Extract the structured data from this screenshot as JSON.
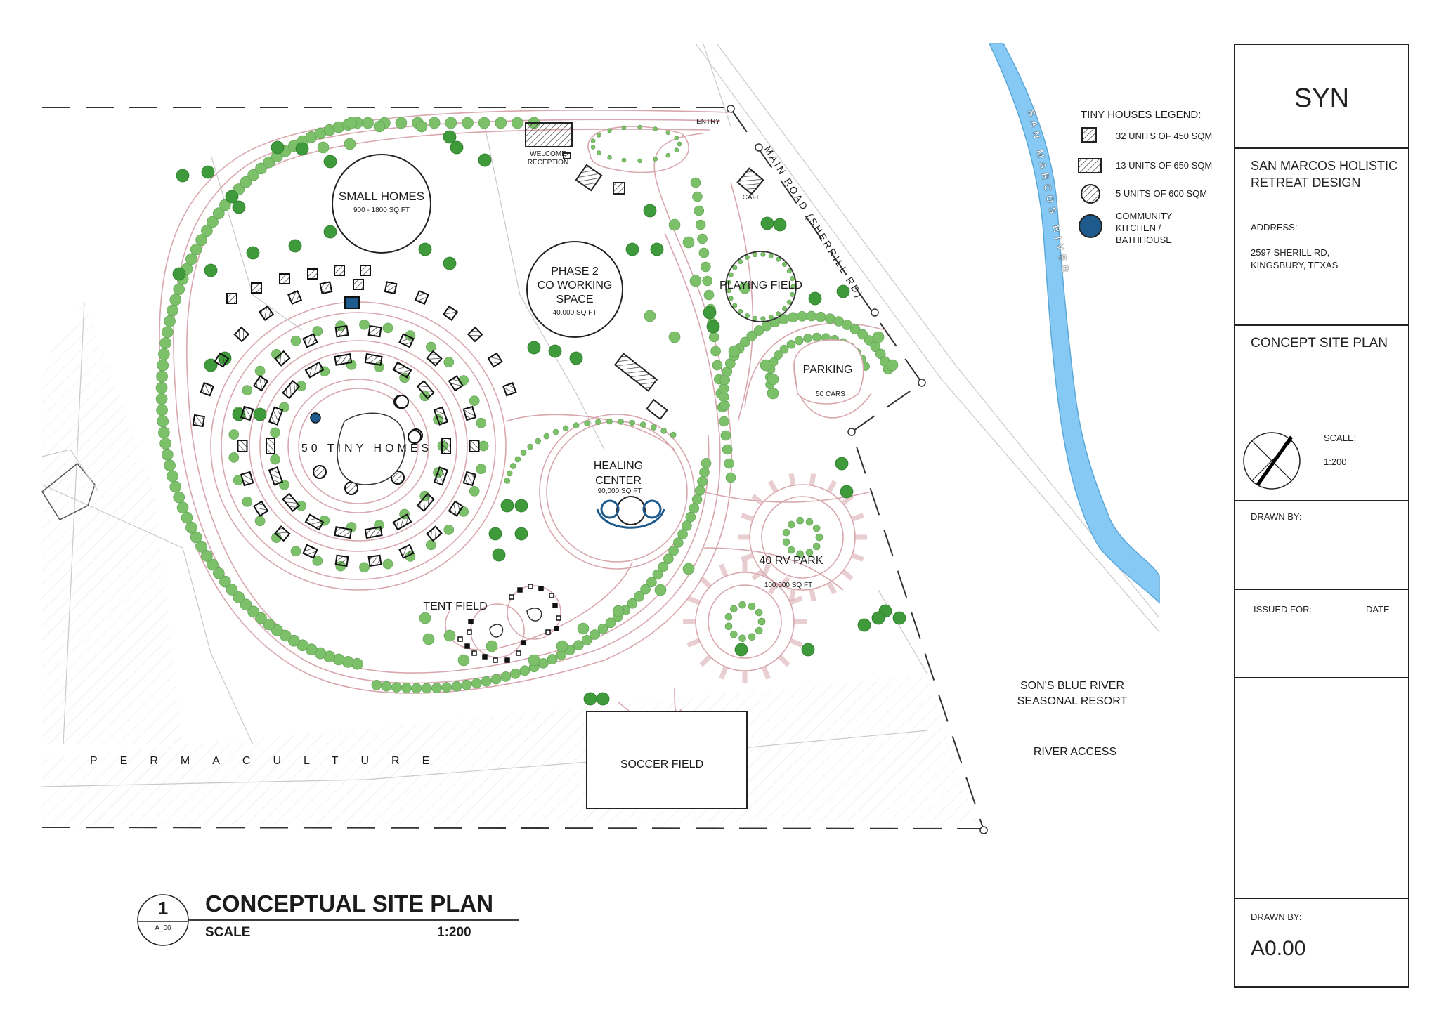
{
  "title_block": {
    "company": "SYN",
    "project_line1": "SAN MARCOS HOLISTIC",
    "project_line2": "RETREAT DESIGN",
    "address_label": "ADDRESS:",
    "address_line1": "2597 SHERILL RD,",
    "address_line2": "KINGSBURY, TEXAS",
    "sheet_title": "CONCEPT SITE PLAN",
    "scale_label": "SCALE:",
    "scale_value": "1:200",
    "drawn_by_label": "DRAWN BY:",
    "issued_for_label": "ISSUED FOR:",
    "date_label": "DATE:",
    "drawn_by_label_2": "DRAWN BY:",
    "sheet_number": "A0.00"
  },
  "legend": {
    "title": "TINY HOUSES LEGEND:",
    "items": [
      {
        "label": "32 UNITS OF 450 SQM",
        "symbol": "hatched-square"
      },
      {
        "label": "13 UNITS OF 650 SQM",
        "symbol": "hatched-rectangle"
      },
      {
        "label": "5 UNITS OF 600 SQM",
        "symbol": "hatched-circle"
      },
      {
        "label_line1": "COMMUNITY",
        "label_line2": "KITCHEN /",
        "label_line3": "BATHHOUSE",
        "symbol": "blue-circle"
      }
    ]
  },
  "plan": {
    "small_homes": "SMALL HOMES",
    "small_homes_area": "900 - 1800 SQ FT",
    "welcome": "WELCOME",
    "reception": "RECEPTION",
    "entry": "ENTRY",
    "cafe": "CAFE",
    "main_road": "MAIN ROAD (SHERRILL RD)",
    "river": "SAN MARCOS RIVER",
    "phase2_line1": "PHASE 2",
    "phase2_line2": "CO WORKING",
    "phase2_line3": "SPACE",
    "phase2_area": "40,000 SQ FT",
    "playing_field": "PLAYING FIELD",
    "parking": "PARKING",
    "parking_cars": "50 CARS",
    "tiny_homes": "50 TINY HOMES",
    "healing_line1": "HEALING",
    "healing_line2": "CENTER",
    "healing_area": "90,000 SQ FT",
    "rv_park": "40 RV PARK",
    "rv_area": "100,000 SQ FT",
    "tent_field": "TENT FIELD",
    "soccer_field": "SOCCER FIELD",
    "permaculture": "PERMACULTURE",
    "resort_line1": "SON'S BLUE RIVER",
    "resort_line2": "SEASONAL RESORT",
    "river_access": "RIVER ACCESS"
  },
  "drawing_title": {
    "number": "1",
    "sheet_ref": "A_00",
    "title": "CONCEPTUAL SITE PLAN",
    "scale_label": "SCALE",
    "scale_value": "1:200"
  },
  "colors": {
    "tree": "#7cc06a",
    "tree_dark": "#3e9a3a",
    "river": "#86c9f5",
    "path": "#d8a7ad",
    "community": "#1f5a8c",
    "line": "#222222"
  }
}
